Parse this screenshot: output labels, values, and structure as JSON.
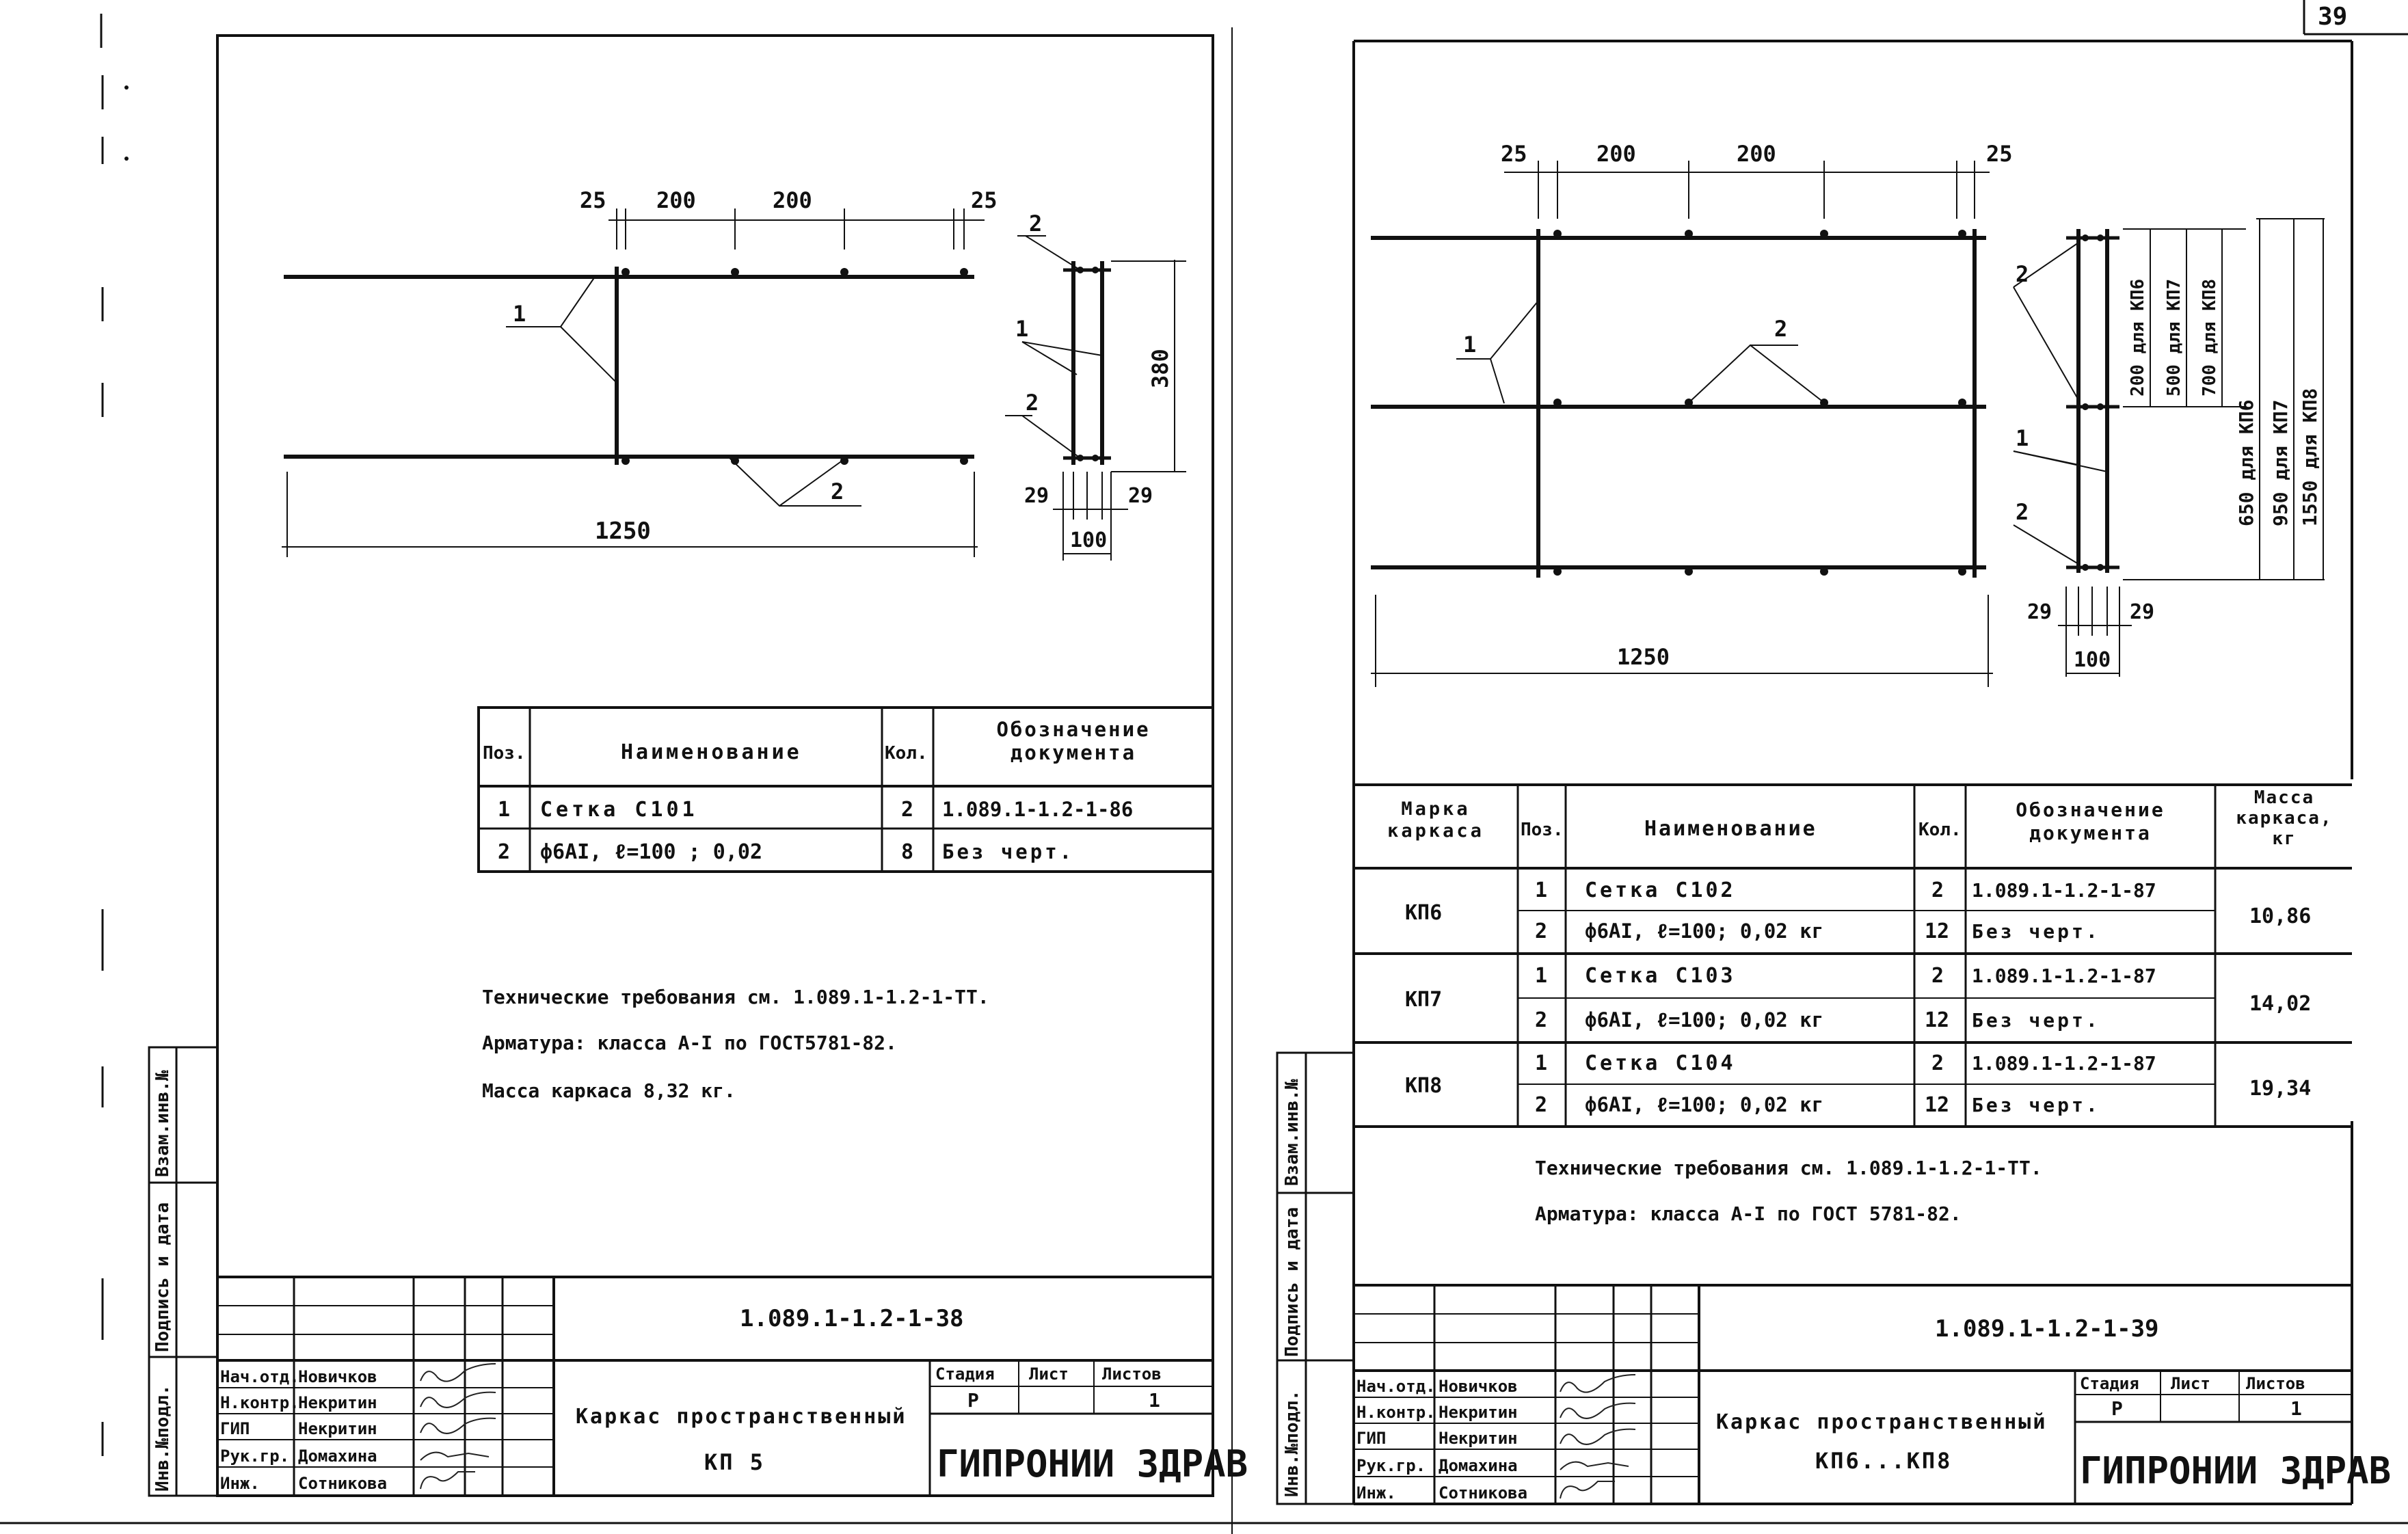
{
  "page_number": "39",
  "left_sheet": {
    "dims": {
      "d25a": "25",
      "d200a": "200",
      "d200b": "200",
      "d25b": "25",
      "len": "1250",
      "height": "380",
      "w29a": "29",
      "w29b": "29",
      "width": "100"
    },
    "callouts": {
      "c1": "1",
      "c2": "2",
      "s2": "2",
      "s1": "1",
      "s2b": "2"
    },
    "spec": {
      "headers": [
        "Поз.",
        "Наименование",
        "Кол.",
        "Обозначение документа"
      ],
      "rows": [
        {
          "pos": "1",
          "name": "Сетка С101",
          "qty": "2",
          "doc": "1.089.1-1.2-1-86"
        },
        {
          "pos": "2",
          "name": "ф6АI,  ℓ=100 ;  0,02",
          "qty": "8",
          "doc": "Без черт."
        }
      ]
    },
    "notes": [
      "Технические требования см. 1.089.1-1.2-1-ТТ.",
      "Арматура: класса А-I по ГОСТ5781-82.",
      "Масса каркаса  8,32 кг."
    ],
    "side_labels": [
      "Взам.инв.№",
      "Подпись и дата",
      "Инв.№подл."
    ],
    "title_block": {
      "code": "1.089.1-1.2-1-38",
      "roles": [
        "Нач.отд.",
        "Н.контр.",
        "ГИП",
        "Рук.гр.",
        "Инж."
      ],
      "names": [
        "Новичков",
        "Некритин",
        "Некритин",
        "Домахина",
        "Сотникова"
      ],
      "title1": "Каркас пространственный",
      "title2": "КП 5",
      "stage_label": "Стадия",
      "sheet_label": "Лист",
      "sheets_label": "Листов",
      "stage": "Р",
      "sheets": "1",
      "org": "ГИПРОНИИ ЗДРАВ"
    }
  },
  "right_sheet": {
    "dims": {
      "d25a": "25",
      "d200a": "200",
      "d200b": "200",
      "d25b": "25",
      "len": "1250",
      "w29a": "29",
      "w29b": "29",
      "width": "100",
      "h1": "200 для КП6",
      "h2": "500 для КП7",
      "h3": "700 для КП8",
      "H1": "650 для КП6",
      "H2": "950 для КП7",
      "H3": "1550 для КП8"
    },
    "callouts": {
      "c1": "1",
      "c2": "2",
      "s2": "2",
      "s1": "1",
      "s2b": "2"
    },
    "spec": {
      "headers": [
        "Марка каркаса",
        "Поз.",
        "Наименование",
        "Кол.",
        "Обозначение документа",
        "Масса каркаса, кг"
      ],
      "groups": [
        {
          "mark": "КП6",
          "mass": "10,86",
          "rows": [
            {
              "pos": "1",
              "name": "Сетка С102",
              "qty": "2",
              "doc": "1.089.1-1.2-1-87"
            },
            {
              "pos": "2",
              "name": "ф6АI,  ℓ=100;  0,02 кг",
              "qty": "12",
              "doc": "Без черт."
            }
          ]
        },
        {
          "mark": "КП7",
          "mass": "14,02",
          "rows": [
            {
              "pos": "1",
              "name": "Сетка С103",
              "qty": "2",
              "doc": "1.089.1-1.2-1-87"
            },
            {
              "pos": "2",
              "name": "ф6АI,  ℓ=100;  0,02 кг",
              "qty": "12",
              "doc": "Без черт."
            }
          ]
        },
        {
          "mark": "КП8",
          "mass": "19,34",
          "rows": [
            {
              "pos": "1",
              "name": "Сетка С104",
              "qty": "2",
              "doc": "1.089.1-1.2-1-87"
            },
            {
              "pos": "2",
              "name": "ф6АI,  ℓ=100;  0,02 кг",
              "qty": "12",
              "doc": "Без черт."
            }
          ]
        }
      ]
    },
    "notes": [
      "Технические требования см. 1.089.1-1.2-1-ТТ.",
      "Арматура: класса А-I по ГОСТ 5781-82."
    ],
    "side_labels": [
      "Взам.инв.№",
      "Подпись и дата",
      "Инв.№подл."
    ],
    "title_block": {
      "code": "1.089.1-1.2-1-39",
      "roles": [
        "Нач.отд.",
        "Н.контр.",
        "ГИП",
        "Рук.гр.",
        "Инж."
      ],
      "names": [
        "Новичков",
        "Некритин",
        "Некритин",
        "Домахина",
        "Сотникова"
      ],
      "title1": "Каркас пространственный",
      "title2": "КП6...КП8",
      "stage_label": "Стадия",
      "sheet_label": "Лист",
      "sheets_label": "Листов",
      "stage": "Р",
      "sheets": "1",
      "org": "ГИПРОНИИ ЗДРАВ"
    }
  }
}
